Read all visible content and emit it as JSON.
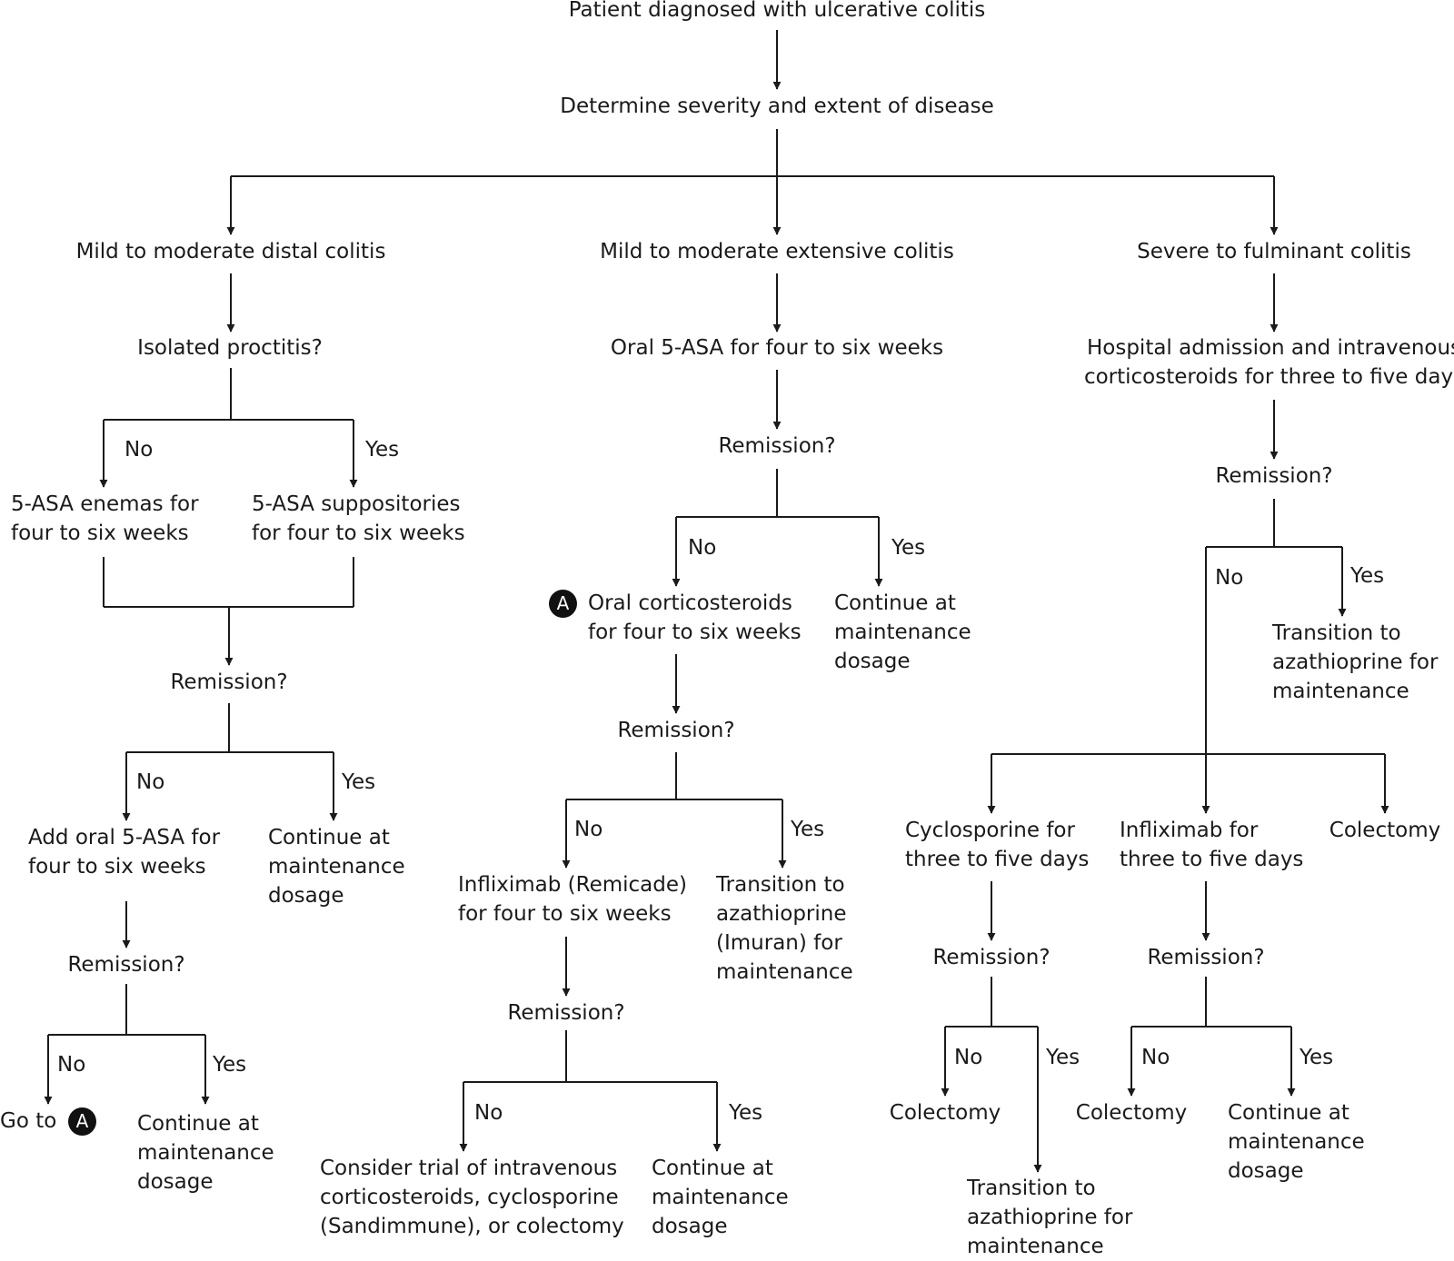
{
  "nodes": {
    "diagnosed": "Patient diagnosed with ulcerative colitis",
    "determine": "Determine severity and extent of disease",
    "distal": "Mild to moderate distal colitis",
    "extensive": "Mild to moderate extensive colitis",
    "severe": "Severe to fulminant colitis",
    "proctitis_q": "Isolated proctitis?",
    "enemas": "5-ASA enemas for\nfour to six weeks",
    "suppositories": "5-ASA suppositories\nfor four to six weeks",
    "distal_remission_q": "Remission?",
    "add_oral": "Add oral 5-ASA for\nfour to six weeks",
    "distal_continue": "Continue at\nmaintenance\ndosage",
    "distal_remission_q2": "Remission?",
    "goto_text": "Go to",
    "distal_continue2": "Continue at\nmaintenance\ndosage",
    "oral_5asa": "Oral 5-ASA for four to six weeks",
    "ext_remission_q": "Remission?",
    "oral_cortico": "Oral corticosteroids\nfor four to six weeks",
    "ext_continue": "Continue at\nmaintenance\ndosage",
    "ext_remission_q2": "Remission?",
    "infliximab_remicade": "Infliximab (Remicade)\nfor four to six weeks",
    "transition_imuran": "Transition to\nazathioprine\n(Imuran) for\nmaintenance",
    "ext_remission_q3": "Remission?",
    "consider_trial": "Consider trial of intravenous\ncorticosteroids, cyclosporine\n(Sandimmune), or colectomy",
    "ext_continue2": "Continue at\nmaintenance\ndosage",
    "hospital": "Hospital admission and intravenous\ncorticosteroids for three to five days",
    "sev_remission_q": "Remission?",
    "transition_aza": "Transition to\nazathioprine for\nmaintenance",
    "cyclosporine": "Cyclosporine for\nthree to five days",
    "infliximab_sev": "Infliximab for\nthree to five days",
    "colectomy_top": "Colectomy",
    "cyc_remission_q": "Remission?",
    "inf_remission_q": "Remission?",
    "cyc_colectomy": "Colectomy",
    "cyc_transition": "Transition to\nazathioprine for\nmaintenance",
    "inf_colectomy": "Colectomy",
    "inf_continue": "Continue at\nmaintenance\ndosage"
  },
  "branch_labels": {
    "no": "No",
    "yes": "Yes"
  },
  "badge_letter": "A"
}
